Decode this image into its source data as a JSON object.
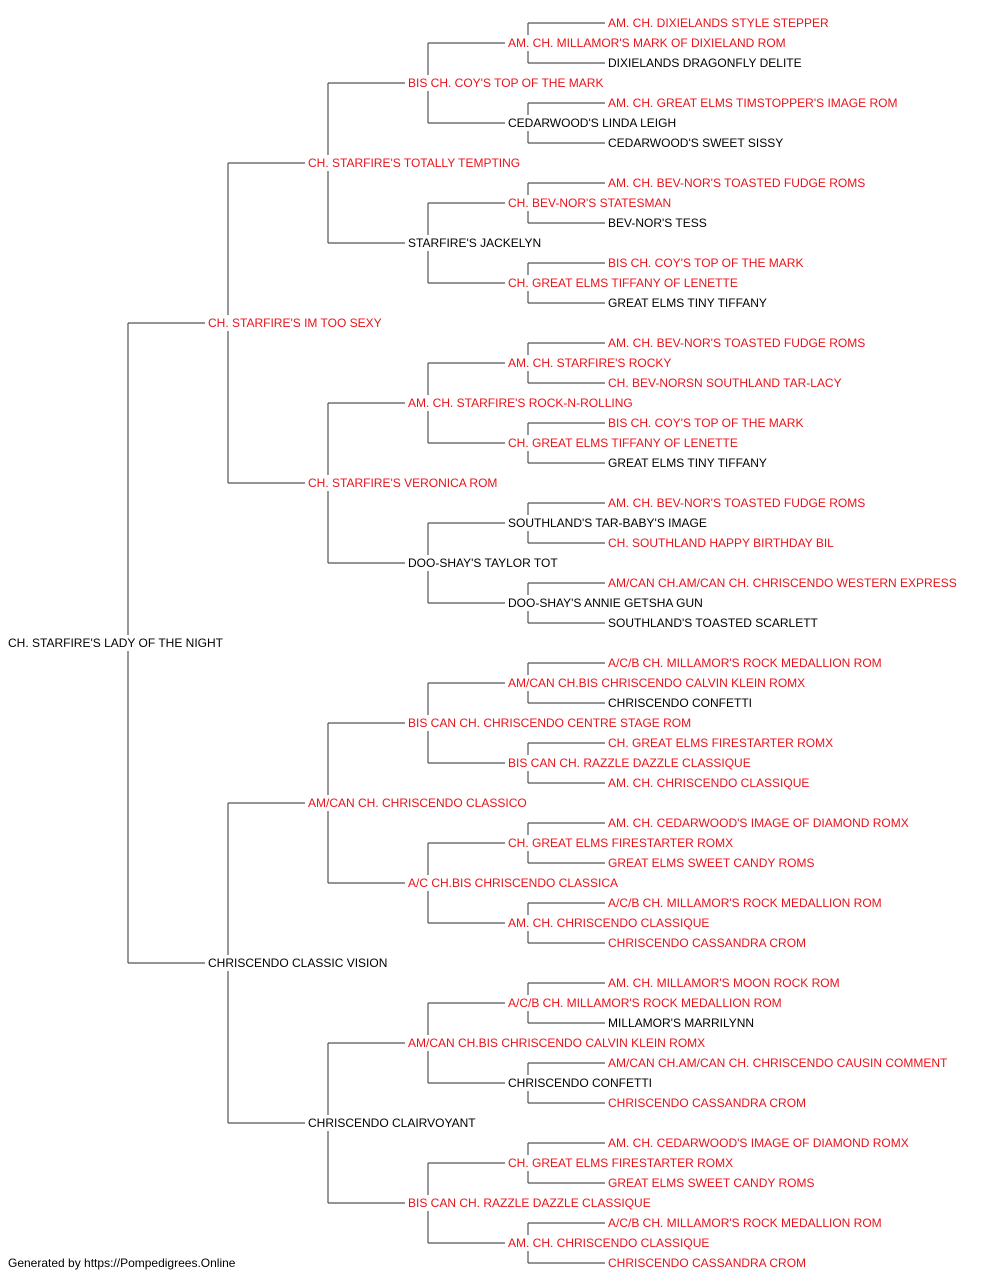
{
  "colors": {
    "champion": "#e8131b",
    "regular": "#000000",
    "line": "#555555"
  },
  "footer": "Generated by https://Pompedigrees.Online",
  "pedigree": {
    "name": "CH. STARFIRE'S LADY OF THE NIGHT",
    "champion": false,
    "sire": {
      "name": "CH. STARFIRE'S IM TOO SEXY",
      "champion": true,
      "sire": {
        "name": "CH. STARFIRE'S TOTALLY TEMPTING",
        "champion": true,
        "sire": {
          "name": "BIS CH. COY'S TOP OF THE MARK",
          "champion": true,
          "sire": {
            "name": "AM. CH. MILLAMOR'S MARK OF DIXIELAND ROM",
            "champion": true,
            "sire": {
              "name": "AM. CH. DIXIELANDS STYLE STEPPER",
              "champion": true
            },
            "dam": {
              "name": "DIXIELANDS DRAGONFLY DELITE",
              "champion": false
            }
          },
          "dam": {
            "name": "CEDARWOOD'S LINDA LEIGH",
            "champion": false,
            "sire": {
              "name": "AM. CH. GREAT ELMS TIMSTOPPER'S IMAGE ROM",
              "champion": true
            },
            "dam": {
              "name": "CEDARWOOD'S SWEET SISSY",
              "champion": false
            }
          }
        },
        "dam": {
          "name": "STARFIRE'S JACKELYN",
          "champion": false,
          "sire": {
            "name": "CH. BEV-NOR'S STATESMAN",
            "champion": true,
            "sire": {
              "name": "AM. CH. BEV-NOR'S TOASTED FUDGE ROMS",
              "champion": true
            },
            "dam": {
              "name": "BEV-NOR'S TESS",
              "champion": false
            }
          },
          "dam": {
            "name": "CH. GREAT ELMS TIFFANY OF LENETTE",
            "champion": true,
            "sire": {
              "name": "BIS CH. COY'S TOP OF THE MARK",
              "champion": true
            },
            "dam": {
              "name": "GREAT ELMS TINY TIFFANY",
              "champion": false
            }
          }
        }
      },
      "dam": {
        "name": "CH. STARFIRE'S VERONICA ROM",
        "champion": true,
        "sire": {
          "name": "AM. CH. STARFIRE'S ROCK-N-ROLLING",
          "champion": true,
          "sire": {
            "name": "AM. CH. STARFIRE'S ROCKY",
            "champion": true,
            "sire": {
              "name": "AM. CH. BEV-NOR'S TOASTED FUDGE ROMS",
              "champion": true
            },
            "dam": {
              "name": "CH. BEV-NORSN SOUTHLAND TAR-LACY",
              "champion": true
            }
          },
          "dam": {
            "name": "CH. GREAT ELMS TIFFANY OF LENETTE",
            "champion": true,
            "sire": {
              "name": "BIS CH. COY'S TOP OF THE MARK",
              "champion": true
            },
            "dam": {
              "name": "GREAT ELMS TINY TIFFANY",
              "champion": false
            }
          }
        },
        "dam": {
          "name": "DOO-SHAY'S TAYLOR TOT",
          "champion": false,
          "sire": {
            "name": "SOUTHLAND'S TAR-BABY'S IMAGE",
            "champion": false,
            "sire": {
              "name": "AM. CH. BEV-NOR'S TOASTED FUDGE ROMS",
              "champion": true
            },
            "dam": {
              "name": "CH. SOUTHLAND HAPPY BIRTHDAY BIL",
              "champion": true
            }
          },
          "dam": {
            "name": "DOO-SHAY'S ANNIE GETSHA GUN",
            "champion": false,
            "sire": {
              "name": "AM/CAN CH.AM/CAN CH. CHRISCENDO WESTERN EXPRESS",
              "champion": true
            },
            "dam": {
              "name": "SOUTHLAND'S TOASTED SCARLETT",
              "champion": false
            }
          }
        }
      }
    },
    "dam": {
      "name": "CHRISCENDO CLASSIC VISION",
      "champion": false,
      "sire": {
        "name": "AM/CAN CH. CHRISCENDO CLASSICO",
        "champion": true,
        "sire": {
          "name": "BIS CAN CH. CHRISCENDO CENTRE STAGE ROM",
          "champion": true,
          "sire": {
            "name": "AM/CAN CH.BIS CHRISCENDO CALVIN KLEIN ROMX",
            "champion": true,
            "sire": {
              "name": "A/C/B CH. MILLAMOR'S ROCK MEDALLION ROM",
              "champion": true
            },
            "dam": {
              "name": "CHRISCENDO CONFETTI",
              "champion": false
            }
          },
          "dam": {
            "name": "BIS CAN CH. RAZZLE DAZZLE CLASSIQUE",
            "champion": true,
            "sire": {
              "name": "CH. GREAT ELMS FIRESTARTER ROMX",
              "champion": true
            },
            "dam": {
              "name": "AM. CH. CHRISCENDO CLASSIQUE",
              "champion": true
            }
          }
        },
        "dam": {
          "name": "A/C CH.BIS CHRISCENDO CLASSICA",
          "champion": true,
          "sire": {
            "name": "CH. GREAT ELMS FIRESTARTER ROMX",
            "champion": true,
            "sire": {
              "name": "AM. CH. CEDARWOOD'S IMAGE OF DIAMOND ROMX",
              "champion": true
            },
            "dam": {
              "name": "GREAT ELMS SWEET CANDY ROMS",
              "champion": true
            }
          },
          "dam": {
            "name": "AM. CH. CHRISCENDO CLASSIQUE",
            "champion": true,
            "sire": {
              "name": "A/C/B CH. MILLAMOR'S ROCK MEDALLION ROM",
              "champion": true
            },
            "dam": {
              "name": "CHRISCENDO CASSANDRA CROM",
              "champion": true
            }
          }
        }
      },
      "dam": {
        "name": "CHRISCENDO CLAIRVOYANT",
        "champion": false,
        "sire": {
          "name": "AM/CAN CH.BIS CHRISCENDO CALVIN KLEIN ROMX",
          "champion": true,
          "sire": {
            "name": "A/C/B CH. MILLAMOR'S ROCK MEDALLION ROM",
            "champion": true,
            "sire": {
              "name": "AM. CH. MILLAMOR'S MOON ROCK ROM",
              "champion": true
            },
            "dam": {
              "name": "MILLAMOR'S MARRILYNN",
              "champion": false
            }
          },
          "dam": {
            "name": "CHRISCENDO CONFETTI",
            "champion": false,
            "sire": {
              "name": "AM/CAN CH.AM/CAN CH. CHRISCENDO CAUSIN COMMENT",
              "champion": true
            },
            "dam": {
              "name": "CHRISCENDO CASSANDRA CROM",
              "champion": true
            }
          }
        },
        "dam": {
          "name": "BIS CAN CH. RAZZLE DAZZLE CLASSIQUE",
          "champion": true,
          "sire": {
            "name": "CH. GREAT ELMS FIRESTARTER ROMX",
            "champion": true,
            "sire": {
              "name": "AM. CH. CEDARWOOD'S IMAGE OF DIAMOND ROMX",
              "champion": true
            },
            "dam": {
              "name": "GREAT ELMS SWEET CANDY ROMS",
              "champion": true
            }
          },
          "dam": {
            "name": "AM. CH. CHRISCENDO CLASSIQUE",
            "champion": true,
            "sire": {
              "name": "A/C/B CH. MILLAMOR'S ROCK MEDALLION ROM",
              "champion": true
            },
            "dam": {
              "name": "CHRISCENDO CASSANDRA CROM",
              "champion": true
            }
          }
        }
      }
    }
  }
}
